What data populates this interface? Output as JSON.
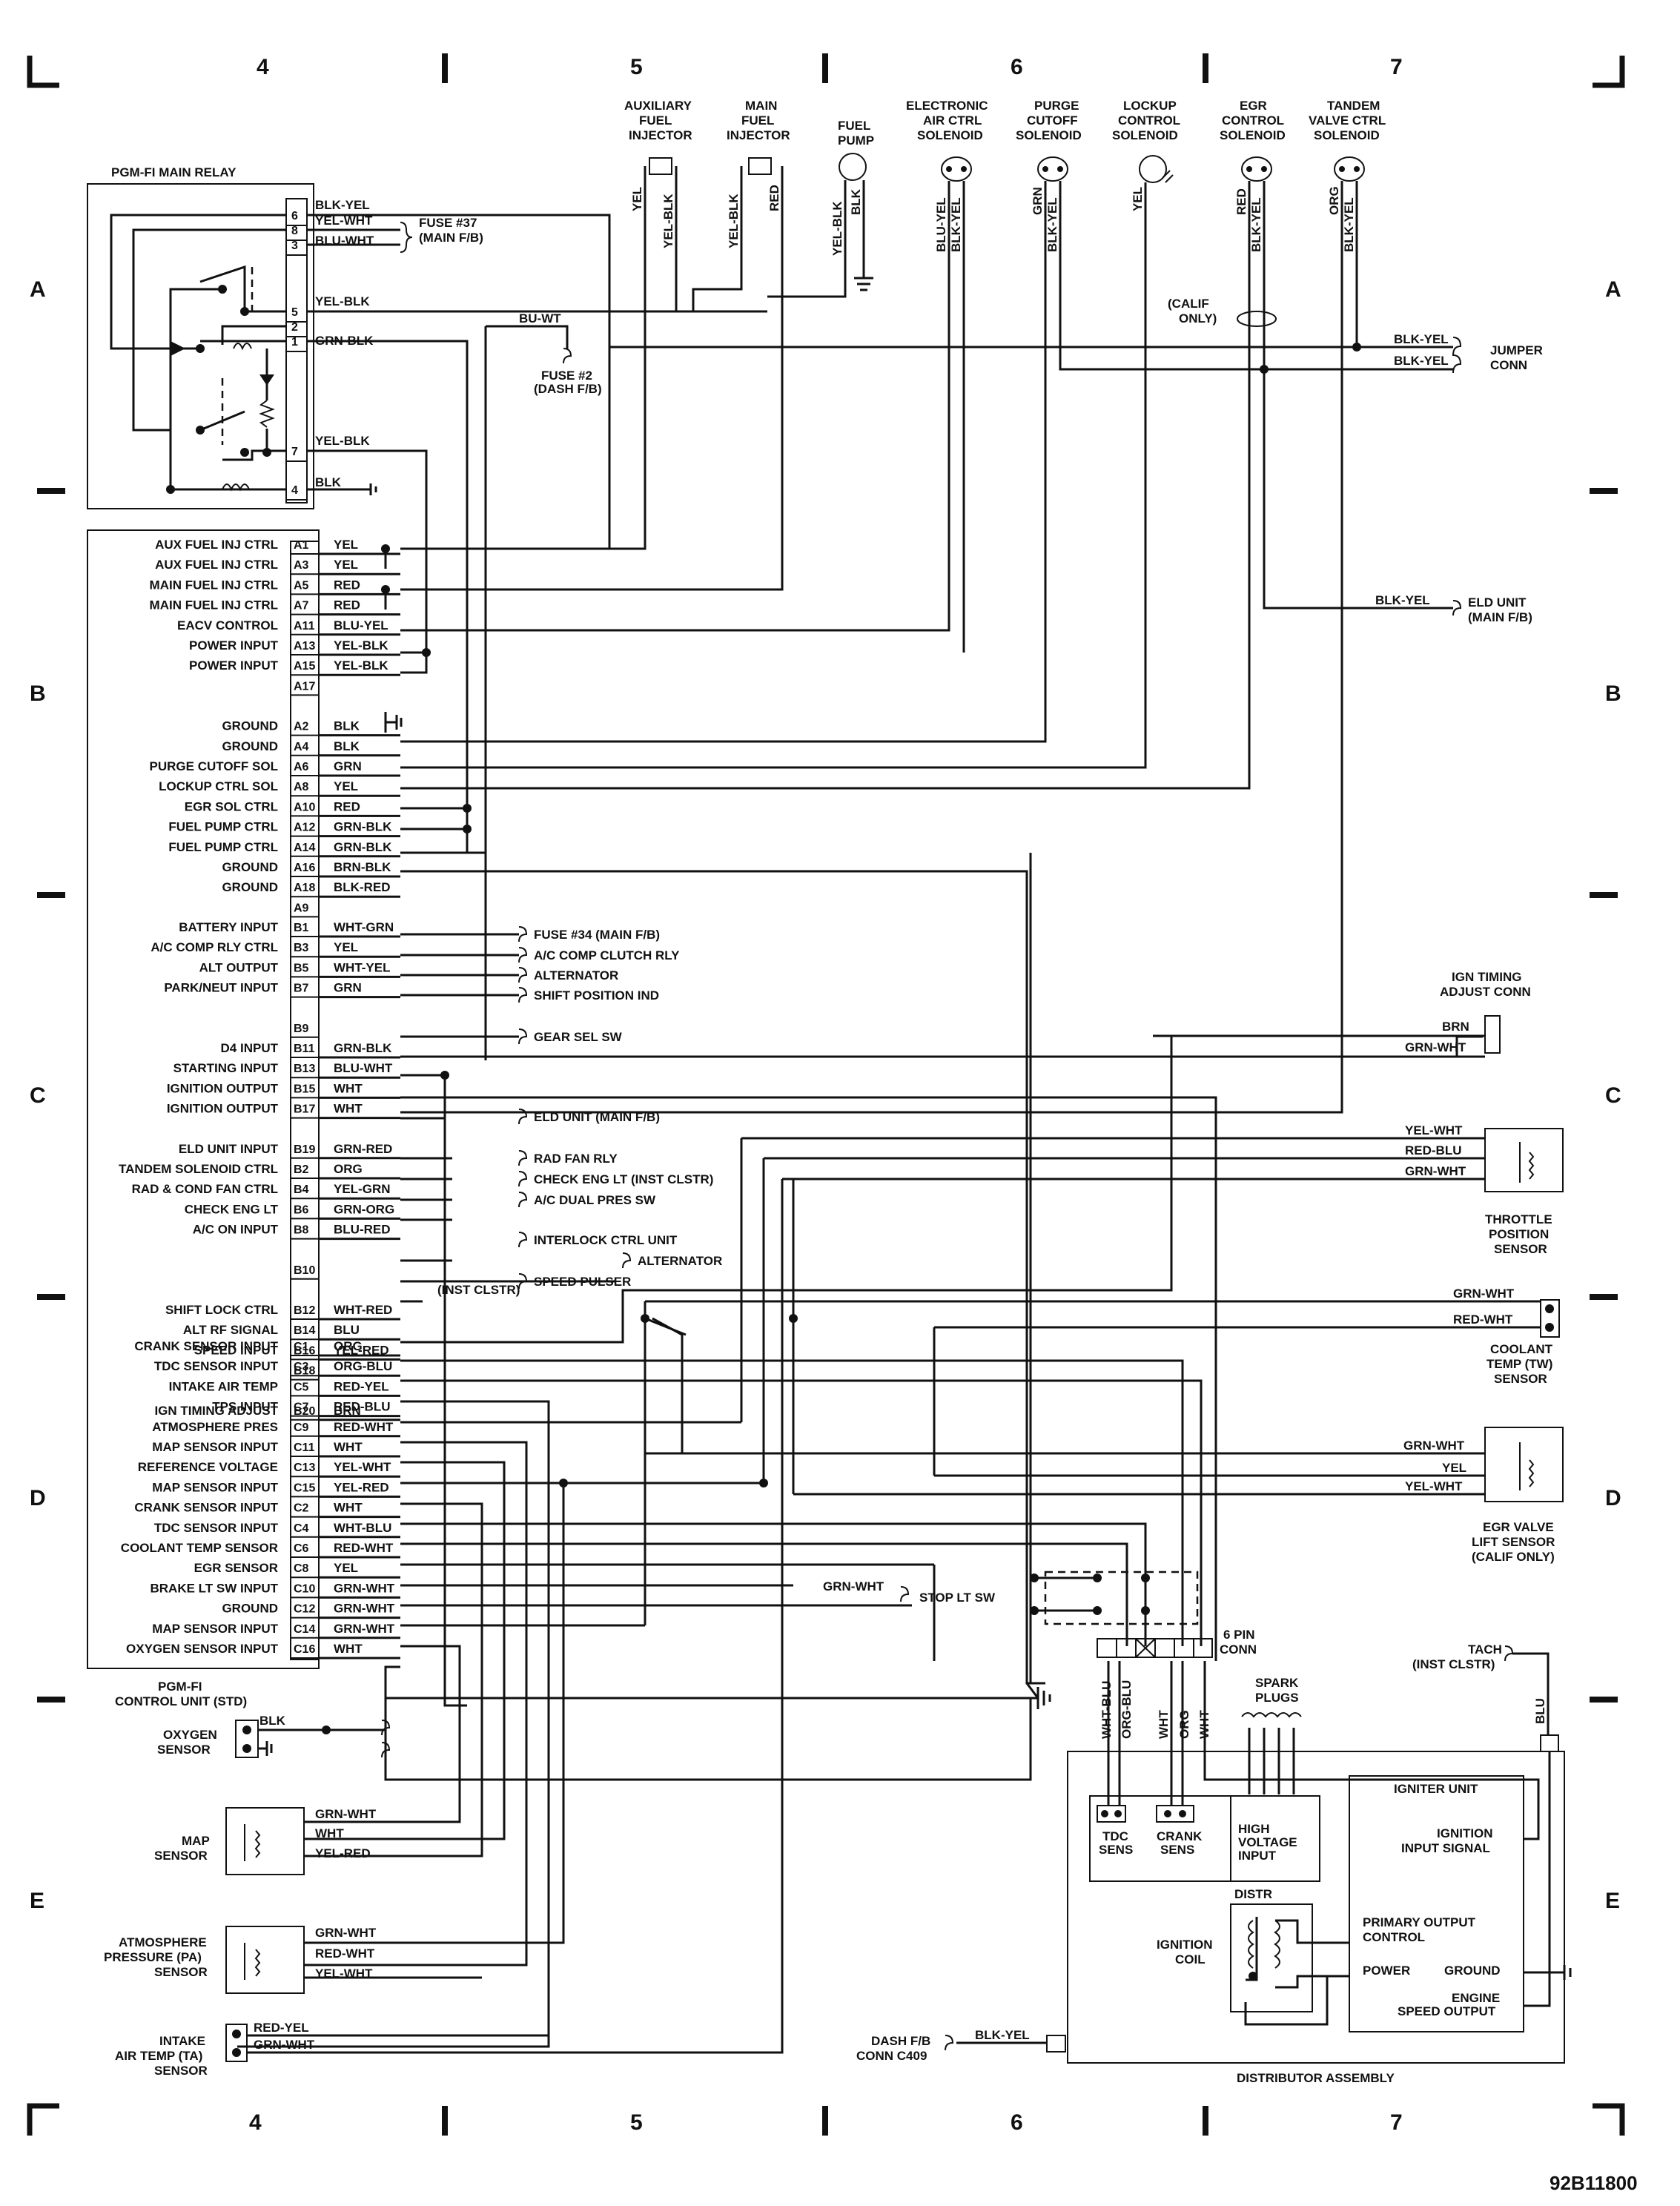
{
  "grid": {
    "top_cols": [
      "4",
      "5",
      "6",
      "7"
    ],
    "bottom_cols": [
      "4",
      "5",
      "6",
      "7"
    ],
    "rows": [
      "A",
      "B",
      "C",
      "D",
      "E"
    ]
  },
  "figure_id": "92B11800",
  "main_relay": {
    "title": "PGM-FI MAIN RELAY",
    "pins": [
      "6",
      "8",
      "3",
      "5",
      "2",
      "1",
      "7",
      "4"
    ],
    "wires": [
      "BLK-YEL",
      "YEL-WHT",
      "BLU-WHT",
      "YEL-BLK",
      "GRN-BLK",
      "YEL-BLK",
      "BLK"
    ],
    "fuse37": "FUSE #37",
    "fuse37_sub": "(MAIN F/B)",
    "fuse2": "FUSE #2",
    "fuse2_sub": "(DASH F/B)",
    "bu_wt": "BU-WT"
  },
  "top_components": [
    {
      "l1": "AUXILIARY",
      "l2": "FUEL",
      "l3": "INJECTOR",
      "w1": "YEL",
      "w2": "YEL-BLK"
    },
    {
      "l1": "MAIN",
      "l2": "FUEL",
      "l3": "INJECTOR",
      "w1": "YEL-BLK",
      "w2": "RED"
    },
    {
      "l1": "FUEL",
      "l2": "PUMP",
      "l3": "",
      "w1": "YEL-BLK",
      "w2": "BLK"
    },
    {
      "l1": "ELECTRONIC",
      "l2": "AIR CTRL",
      "l3": "SOLENOID",
      "w1": "BLU-YEL",
      "w2": "BLK-YEL"
    },
    {
      "l1": "PURGE",
      "l2": "CUTOFF",
      "l3": "SOLENOID",
      "w1": "GRN",
      "w2": "BLK-YEL"
    },
    {
      "l1": "LOCKUP",
      "l2": "CONTROL",
      "l3": "SOLENOID",
      "w1": "YEL",
      "w2": ""
    },
    {
      "l1": "EGR",
      "l2": "CONTROL",
      "l3": "SOLENOID",
      "w1": "RED",
      "w2": "BLK-YEL"
    },
    {
      "l1": "TANDEM",
      "l2": "VALVE CTRL",
      "l3": "SOLENOID",
      "w1": "ORG",
      "w2": "BLK-YEL"
    }
  ],
  "calif_only": [
    "(CALIF",
    "ONLY)"
  ],
  "jumper": {
    "label1": "JUMPER",
    "label2": "CONN",
    "w1": "BLK-YEL",
    "w2": "BLK-YEL"
  },
  "eld_unit": {
    "wire": "BLK-YEL",
    "l1": "ELD UNIT",
    "l2": "(MAIN F/B)"
  },
  "ecu_a": [
    {
      "label": "AUX FUEL INJ CTRL",
      "pin": "A1",
      "wire": "YEL"
    },
    {
      "label": "AUX FUEL INJ CTRL",
      "pin": "A3",
      "wire": "YEL"
    },
    {
      "label": "MAIN FUEL INJ CTRL",
      "pin": "A5",
      "wire": "RED"
    },
    {
      "label": "MAIN FUEL INJ CTRL",
      "pin": "A7",
      "wire": "RED"
    },
    {
      "label": "EACV CONTROL",
      "pin": "A11",
      "wire": "BLU-YEL"
    },
    {
      "label": "POWER INPUT",
      "pin": "A13",
      "wire": "YEL-BLK"
    },
    {
      "label": "POWER INPUT",
      "pin": "A15",
      "wire": "YEL-BLK"
    },
    {
      "label": "",
      "pin": "A17",
      "wire": ""
    },
    {
      "label": "GROUND",
      "pin": "A2",
      "wire": "BLK"
    },
    {
      "label": "GROUND",
      "pin": "A4",
      "wire": "BLK"
    },
    {
      "label": "PURGE CUTOFF SOL",
      "pin": "A6",
      "wire": "GRN"
    },
    {
      "label": "LOCKUP CTRL SOL",
      "pin": "A8",
      "wire": "YEL"
    },
    {
      "label": "EGR SOL CTRL",
      "pin": "A10",
      "wire": "RED"
    },
    {
      "label": "FUEL PUMP CTRL",
      "pin": "A12",
      "wire": "GRN-BLK"
    },
    {
      "label": "FUEL PUMP CTRL",
      "pin": "A14",
      "wire": "GRN-BLK"
    },
    {
      "label": "GROUND",
      "pin": "A16",
      "wire": "BRN-BLK"
    },
    {
      "label": "GROUND",
      "pin": "A18",
      "wire": "BLK-RED"
    },
    {
      "label": "",
      "pin": "A9",
      "wire": ""
    }
  ],
  "ecu_b": [
    {
      "label": "BATTERY INPUT",
      "pin": "B1",
      "wire": "WHT-GRN",
      "dest": "FUSE #34 (MAIN F/B)"
    },
    {
      "label": "A/C COMP RLY CTRL",
      "pin": "B3",
      "wire": "YEL",
      "dest": "A/C COMP CLUTCH RLY"
    },
    {
      "label": "ALT OUTPUT",
      "pin": "B5",
      "wire": "WHT-YEL",
      "dest": "ALTERNATOR"
    },
    {
      "label": "PARK/NEUT INPUT",
      "pin": "B7",
      "wire": "GRN",
      "dest": "SHIFT POSITION IND"
    },
    {
      "label": "",
      "pin": "B9",
      "wire": "",
      "dest": ""
    },
    {
      "label": "D4 INPUT",
      "pin": "B11",
      "wire": "GRN-BLK",
      "dest": "GEAR SEL SW"
    },
    {
      "label": "STARTING INPUT",
      "pin": "B13",
      "wire": "BLU-WHT",
      "dest": ""
    },
    {
      "label": "IGNITION OUTPUT",
      "pin": "B15",
      "wire": "WHT",
      "dest": ""
    },
    {
      "label": "IGNITION OUTPUT",
      "pin": "B17",
      "wire": "WHT",
      "dest": ""
    },
    {
      "label": "ELD UNIT INPUT",
      "pin": "B19",
      "wire": "GRN-RED",
      "dest": "ELD UNIT (MAIN F/B)"
    },
    {
      "label": "TANDEM SOLENOID CTRL",
      "pin": "B2",
      "wire": "ORG",
      "dest": ""
    },
    {
      "label": "RAD & COND FAN CTRL",
      "pin": "B4",
      "wire": "YEL-GRN",
      "dest": "RAD FAN RLY"
    },
    {
      "label": "CHECK ENG LT",
      "pin": "B6",
      "wire": "GRN-ORG",
      "dest": "CHECK ENG LT (INST CLSTR)"
    },
    {
      "label": "A/C ON INPUT",
      "pin": "B8",
      "wire": "BLU-RED",
      "dest": "A/C DUAL PRES SW"
    },
    {
      "label": "",
      "pin": "B10",
      "wire": "",
      "dest": ""
    },
    {
      "label": "SHIFT LOCK CTRL",
      "pin": "B12",
      "wire": "WHT-RED",
      "dest": "INTERLOCK CTRL UNIT"
    },
    {
      "label": "ALT RF SIGNAL",
      "pin": "B14",
      "wire": "BLU",
      "dest": "ALTERNATOR"
    },
    {
      "label": "SPEED INPUT",
      "pin": "B16",
      "wire": "YEL-RED",
      "dest": "SPEED PULSER"
    },
    {
      "label": "",
      "pin": "B18",
      "wire": "",
      "dest": ""
    },
    {
      "label": "IGN TIMING ADJUST",
      "pin": "B20",
      "wire": "BRN",
      "dest": ""
    }
  ],
  "speed_pulser_sub": "(INST CLSTR)",
  "ecu_c": [
    {
      "label": "CRANK SENSOR INPUT",
      "pin": "C1",
      "wire": "ORG"
    },
    {
      "label": "TDC SENSOR INPUT",
      "pin": "C3",
      "wire": "ORG-BLU"
    },
    {
      "label": "INTAKE AIR TEMP",
      "pin": "C5",
      "wire": "RED-YEL"
    },
    {
      "label": "TPS INPUT",
      "pin": "C7",
      "wire": "RED-BLU"
    },
    {
      "label": "ATMOSPHERE PRES",
      "pin": "C9",
      "wire": "RED-WHT"
    },
    {
      "label": "MAP SENSOR INPUT",
      "pin": "C11",
      "wire": "WHT"
    },
    {
      "label": "REFERENCE VOLTAGE",
      "pin": "C13",
      "wire": "YEL-WHT"
    },
    {
      "label": "MAP SENSOR INPUT",
      "pin": "C15",
      "wire": "YEL-RED"
    },
    {
      "label": "CRANK SENSOR INPUT",
      "pin": "C2",
      "wire": "WHT"
    },
    {
      "label": "TDC SENSOR INPUT",
      "pin": "C4",
      "wire": "WHT-BLU"
    },
    {
      "label": "COOLANT TEMP SENSOR",
      "pin": "C6",
      "wire": "RED-WHT"
    },
    {
      "label": "EGR SENSOR",
      "pin": "C8",
      "wire": "YEL"
    },
    {
      "label": "BRAKE LT SW INPUT",
      "pin": "C10",
      "wire": "GRN-WHT"
    },
    {
      "label": "GROUND",
      "pin": "C12",
      "wire": "GRN-WHT"
    },
    {
      "label": "MAP SENSOR INPUT",
      "pin": "C14",
      "wire": "GRN-WHT"
    },
    {
      "label": "OXYGEN SENSOR INPUT",
      "pin": "C16",
      "wire": "WHT"
    }
  ],
  "control_unit": [
    "PGM-FI",
    "CONTROL UNIT (STD)"
  ],
  "stop_lt": {
    "wire": "GRN-WHT",
    "label": "STOP LT SW"
  },
  "ign_timing": {
    "l1": "IGN TIMING",
    "l2": "ADJUST CONN",
    "w1": "BRN",
    "w2": "GRN-WHT"
  },
  "tps": {
    "l1": "THROTTLE",
    "l2": "POSITION",
    "l3": "SENSOR",
    "w1": "YEL-WHT",
    "w2": "RED-BLU",
    "w3": "GRN-WHT"
  },
  "coolant": {
    "l1": "COOLANT",
    "l2": "TEMP (TW)",
    "l3": "SENSOR",
    "w1": "GRN-WHT",
    "w2": "RED-WHT"
  },
  "egr_lift": {
    "l1": "EGR VALVE",
    "l2": "LIFT SENSOR",
    "l3": "(CALIF ONLY)",
    "w1": "GRN-WHT",
    "w2": "YEL",
    "w3": "YEL-WHT"
  },
  "oxygen": {
    "l1": "OXYGEN",
    "l2": "SENSOR",
    "w": "BLK"
  },
  "map": {
    "l1": "MAP",
    "l2": "SENSOR",
    "w1": "GRN-WHT",
    "w2": "WHT",
    "w3": "YEL-RED"
  },
  "pa": {
    "l1": "ATMOSPHERE",
    "l2": "PRESSURE (PA)",
    "l3": "SENSOR",
    "w1": "GRN-WHT",
    "w2": "RED-WHT",
    "w3": "YEL-WHT"
  },
  "ta": {
    "l1": "INTAKE",
    "l2": "AIR TEMP (TA)",
    "l3": "SENSOR",
    "w1": "RED-YEL",
    "w2": "GRN-WHT"
  },
  "six_pin": {
    "l1": "6 PIN",
    "l2": "CONN",
    "wires": [
      "WHT-BLU",
      "ORG-BLU",
      "WHT",
      "ORG",
      "WHT"
    ]
  },
  "spark_plugs": [
    "SPARK",
    "PLUGS"
  ],
  "tach": {
    "l1": "TACH",
    "l2": "(INST CLSTR)",
    "w": "BLU"
  },
  "distributor": {
    "title": "DISTRIBUTOR ASSEMBLY",
    "tdc": [
      "TDC",
      "SENS"
    ],
    "crank": [
      "CRANK",
      "SENS"
    ],
    "hv": [
      "HIGH",
      "VOLTAGE",
      "INPUT"
    ],
    "distr": "DISTR",
    "coil": [
      "IGNITION",
      "COIL"
    ],
    "igniter": "IGNITER UNIT",
    "ign_input": [
      "IGNITION",
      "INPUT SIGNAL"
    ],
    "primary": [
      "PRIMARY OUTPUT",
      "CONTROL"
    ],
    "power": "POWER",
    "ground": "GROUND",
    "engine_speed": [
      "ENGINE",
      "SPEED OUTPUT"
    ]
  },
  "dash_conn": {
    "l1": "DASH F/B",
    "l2": "CONN C409",
    "w": "BLK-YEL"
  }
}
